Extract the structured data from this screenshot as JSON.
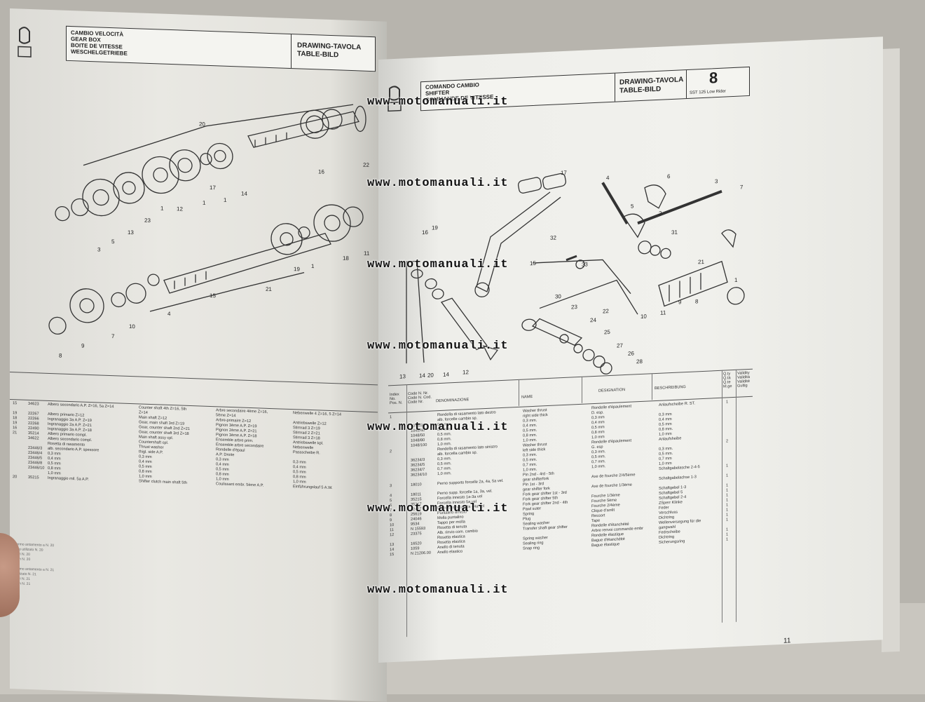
{
  "left_page": {
    "header": {
      "lines": [
        "CAMBIO VELOCITÀ",
        "GEAR BOX",
        "BOITE DE VITESSE",
        "WESCHELGETRIEBE"
      ],
      "drawing_label": [
        "DRAWING-TAVOLA",
        "TABLE-BILD"
      ]
    },
    "callouts": [
      "20",
      "16",
      "22",
      "14",
      "1",
      "1",
      "17",
      "12",
      "1",
      "23",
      "13",
      "5",
      "3",
      "19",
      "1",
      "18",
      "11",
      "4",
      "15",
      "21",
      "10",
      "7",
      "9",
      "8"
    ]
  },
  "right_page": {
    "header": {
      "lines": [
        "COMANDO CAMBIO",
        "SHIFTER",
        "COMMANDE DE VITESSE"
      ],
      "drawing_label": [
        "DRAWING-TAVOLA",
        "TABLE-BILD"
      ],
      "number": "8",
      "model": "SST 125 Low Rider"
    },
    "callouts": [
      "17",
      "4",
      "6",
      "3",
      "5",
      "7",
      "16",
      "19",
      "32",
      "2",
      "31",
      "33",
      "15",
      "21",
      "30",
      "23",
      "22",
      "24",
      "25",
      "10",
      "11",
      "9",
      "8",
      "1",
      "27",
      "26",
      "28",
      "13",
      "14",
      "20",
      "14",
      "12"
    ],
    "table_headers": {
      "index": "Index No. Pos. N.",
      "code": "Code N. Nr. Code N. Cod. Code Nr.",
      "denominazione": "DENOMINAZIONE",
      "name": "NAME",
      "designation": "DESIGNATION",
      "beschreibung": "BESCHREIBUNG",
      "qty": "Q.ty Q.tà Q.te M.ge",
      "validity": "Validity Validità Validité Gultig"
    },
    "col_index": [
      "1",
      "",
      "",
      "",
      "",
      "",
      "",
      "2",
      "",
      "",
      "",
      "",
      "",
      "",
      "3",
      "",
      "4",
      "5",
      "6",
      "7",
      "8",
      "9",
      "10",
      "11",
      "12",
      "",
      "13",
      "14",
      "15"
    ],
    "col_code": [
      "",
      "",
      "1048/30",
      "1048/40",
      "1048/50",
      "1048/80",
      "1048/100",
      "",
      "",
      "36234/3",
      "36234/5",
      "36234/7",
      "36234/10",
      "",
      "18010",
      "",
      "18011",
      "35215",
      "35217",
      "22427",
      "25619",
      "24046",
      "9534",
      "N 15593",
      "23375",
      "",
      "16520",
      "1059",
      "N 21206.00"
    ],
    "col_denominazione": [
      "Rondella di rasamento lato destro",
      "alb. forcelle cambio sp.",
      "0,3 mm.",
      "0,4 mm.",
      "0,5 mm.",
      "0,8 mm.",
      "1,0 mm.",
      "Rondella di rasamento lato sinistro",
      "alb. forcella cambio sp.",
      "0,3 mm.",
      "0,5 mm.",
      "0,7 mm.",
      "1,0 mm.",
      "",
      "Perno supporto forcelle 2a, 4a, 5a vel.",
      "",
      "Perno supp. forcelle 1a, 3a, vel.",
      "Forcella innesto 1a-3a vel",
      "Forcella innesto 5a vel",
      "Forcella innesto 2a - 4a vel",
      "Puntalino arresto",
      "Molla puntalino",
      "Tappo per molla",
      "Rosetta di tenuta",
      "Alb. rinvio com. cambio",
      "Rosetta elastica",
      "Rosetta elastica",
      "Anello di tenuta",
      "Anello elastico"
    ],
    "col_name": [
      "Washer thrust",
      "right side thick",
      "0,3 mm.",
      "0,4 mm.",
      "0,5 mm.",
      "0,8 mm.",
      "1,0 mm.",
      "Washer thrust",
      "left side thick",
      "0,3 mm.",
      "0,5 mm.",
      "0,7 mm.",
      "1,0 mm.",
      "Pin 2nd - 4rd - 5th",
      "gear shifterfork",
      "Pin 1st - 3rd",
      "gear shifter fork",
      "Fork gear shifter 1st - 3rd",
      "Fork gear shifter 5th",
      "Fork gear shifter 2nd - 4th",
      "Pawl suter",
      "Spring",
      "Plug",
      "Sealing washer",
      "Transfer shaft gear shifter",
      "",
      "Spring washer",
      "Sealing ring",
      "Snap ring"
    ],
    "col_designation": [
      "Rondelle d'épaulement",
      "D. esp.",
      "0,3 mm",
      "0,4 mm",
      "0,5 mm",
      "0,8 mm",
      "1,0 mm",
      "Rondelle d'épaulement",
      "G. esp",
      "0,3 mm.",
      "0,5 mm.",
      "0,7 mm.",
      "1,0 mm.",
      "",
      "Axe de fourche 2/4/5ème",
      "",
      "Axe de fourche 1/3ème",
      "",
      "Fourche 1/3ème",
      "Fourche 5ème",
      "Fourche 2/4ème",
      "Clique d'arrêt",
      "Ressort",
      "Tape",
      "Rondelle d'étanchéité",
      "Arbre renvoi commande embr",
      "Rondelle élastique",
      "Bague d'étanchéité",
      "Bague élastique"
    ],
    "col_beschreibung": [
      "Anlaufscheibe R. ST.",
      "",
      "0,3 mm",
      "0,4 mm",
      "0,5 mm",
      "0,8 mm.",
      "1,0 mm",
      "Anlaufsheibe",
      "",
      "0,3 mm.",
      "0,5 mm.",
      "0,7 mm",
      "1,0 mm",
      "Schaltgabelasche 2-4-5",
      "",
      "Schaltgabelachse 1-3",
      "",
      "Schaftgebel 1-3",
      "Schaftgebel 5",
      "Schaftgebel 2-4",
      "ZSperr Klinke",
      "Feder",
      "Verschluss",
      "Dichtring",
      "Wellenversegung für die",
      "gangwahl",
      "Fedrscheibe",
      "Dichtring",
      "Sicherungsring"
    ],
    "col_qty": [
      "1",
      "",
      "",
      "",
      "",
      "",
      "",
      "",
      "2",
      "",
      "",
      "",
      "",
      "1",
      "",
      "1",
      "",
      "1",
      "1",
      "1",
      "1",
      "1",
      "1",
      "1",
      "1",
      "",
      "1",
      "1",
      "1"
    ],
    "page_number": "11"
  },
  "left_table": {
    "col_index": [
      "15",
      "",
      "19",
      "18",
      "19",
      "16",
      "21",
      "",
      "",
      "",
      "",
      "",
      "",
      "",
      "",
      "20"
    ],
    "col_code": [
      "34623",
      "",
      "22267",
      "22266",
      "22268",
      "22490",
      "35214",
      "34622",
      "",
      "23446/3",
      "23446/4",
      "23446/5",
      "23446/8",
      "23446/10",
      "",
      "35215"
    ],
    "col_denominazione": [
      "Albero secondario A.P. Z=16, 5a Z=14",
      "",
      "Albero primario Z=12",
      "Ingranaggio 3a A.P. Z=19",
      "Ingranaggio 2a A.P. Z=21",
      "Ingranaggio 3a A.P. Z=18",
      "Albero primario compl.",
      "Albero secondario compl.",
      "Rosetta di rasamento",
      "alb. secondario A.P. spessore",
      "0,3 mm",
      "0,4 mm",
      "0,5 mm",
      "0,8 mm",
      "1,0 mm",
      "Ingranaggio mil. 5a A.P."
    ],
    "col_name": [
      "Counter shaft 4th Z=16, 5th",
      "Z=14",
      "Main shaft Z=12",
      "Gear, main shaft 3rd Z=19",
      "Gear, counter shaft 2nd Z=21",
      "Gear, counter shaft 3rd Z=18",
      "Main shaft assy cpl.",
      "Countershaft cpl.",
      "Thrust washer",
      "thigl. side A.P.",
      "0,3 mm",
      "0,4 mm",
      "0,5 mm",
      "0,8 mm",
      "1,0 mm",
      "Shifter clutch main shaft 5th"
    ],
    "col_designation": [
      "Arbre secondaire 4ème Z=16,",
      "5ème Z=14",
      "Arbre-primaire Z=12",
      "Pignon 3ème A.P. Z=19",
      "Pignon 2ème A.P. Z=21",
      "Pignon 3ème A.P. Z=18",
      "Ensemble arbre prim.",
      "Ensemble arbre secondaire",
      "Rondelle d'épaul",
      "A.P. Droite",
      "0,3 mm",
      "0,4 mm",
      "0,5 mm",
      "0,8 mm",
      "1,0 mm",
      "Coulissant embr. 5ème A.P."
    ],
    "col_beschreibung": [
      "Nebenwelle 4 Z=16, 5 Z=14",
      "",
      "Antriebswelle Z=12",
      "Stirnrad 3 Z=19",
      "Stirnrad 2 Z=21",
      "Stirnrad 3 Z=18",
      "Antriebswelle kpl.",
      "Nebenwelle",
      "Passscheibe R.",
      "",
      "0,3 mm",
      "0,4 mm",
      "0,5 mm",
      "0,8 mm",
      "1,0 mm",
      "Einführungslauf 5 A.W."
    ],
    "notes": [
      "1 Fermo antamento a N. 20",
      "fornito utilizato N. 20",
      "... seri N. 20",
      "... mm N. 20",
      "",
      "1 Fermo antamento a N. 21",
      "... utilizato N. 21",
      "... seri N. 21",
      "... mm N. 21"
    ]
  },
  "watermark": "www.motomanuali.it"
}
